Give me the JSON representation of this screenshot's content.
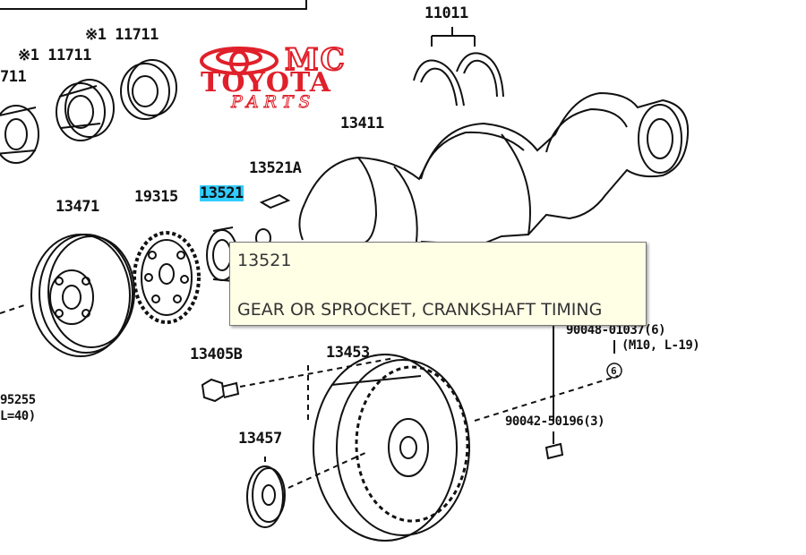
{
  "brand": {
    "logo_mark": "MC",
    "logo_name": "TOYOTA",
    "logo_sub": "PARTS",
    "accent_color": "#e0202a"
  },
  "labels": {
    "p11011": "11011",
    "p11711_left": "711",
    "p11711_a": "※1 11711",
    "p11711_b": "※1 11711",
    "p13411": "13411",
    "p13521a": "13521A",
    "p13521": "13521",
    "p13471": "13471",
    "p19315": "19315",
    "p90048_part": "90048-01037(6)",
    "p90048_spec": "(M10, L-19)",
    "p13405b": "13405B",
    "p13453": "13453",
    "p95255_part": "95255",
    "p95255_spec": "L=40)",
    "p90042": "90042-50196(3)",
    "p13457": "13457",
    "circle_ref": "6"
  },
  "highlight_color": "#33ccff",
  "tooltip": {
    "part_number": "13521",
    "description": "GEAR OR SPROCKET, CRANKSHAFT TIMING"
  }
}
